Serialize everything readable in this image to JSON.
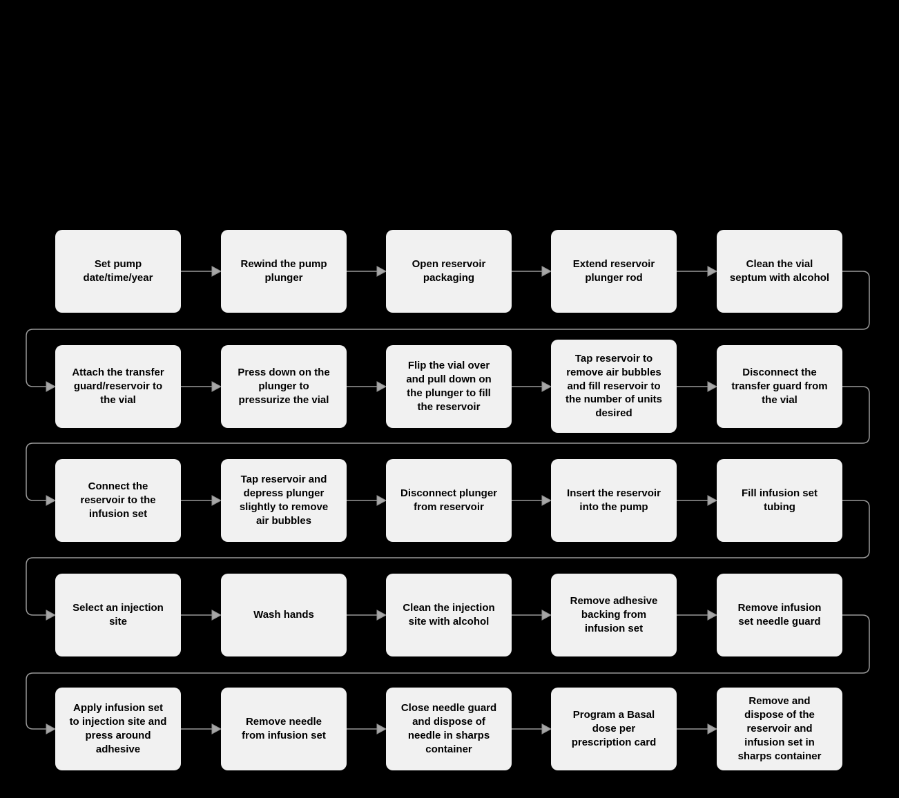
{
  "flow": {
    "colors": {
      "background": "#000000",
      "node_fill": "#f1f1f1",
      "connector": "#999999",
      "arrowhead": "#a6a6a6",
      "text": "#000000"
    },
    "rows": [
      {
        "steps": [
          "Set pump date/time/year",
          "Rewind the pump plunger",
          "Open reservoir packaging",
          "Extend reservoir plunger rod",
          "Clean the vial septum with alcohol"
        ]
      },
      {
        "steps": [
          "Attach the transfer guard/reservoir to the vial",
          "Press down on the plunger to pressurize the vial",
          "Flip the vial over and pull down on the plunger to fill the reservoir",
          "Tap reservoir to remove air bubbles and fill reservoir to the number of units desired",
          "Disconnect the transfer guard from the vial"
        ]
      },
      {
        "steps": [
          "Connect the reservoir to the infusion set",
          "Tap reservoir and depress plunger slightly to remove air bubbles",
          "Disconnect plunger from reservoir",
          "Insert the reservoir into the pump",
          "Fill infusion set tubing"
        ]
      },
      {
        "steps": [
          "Select an injection site",
          "Wash hands",
          "Clean the injection site with alcohol",
          "Remove adhesive backing from infusion set",
          "Remove infusion set needle guard"
        ]
      },
      {
        "steps": [
          "Apply infusion set to injection site and press around adhesive",
          "Remove needle from infusion set",
          "Close needle guard and dispose of needle in sharps container",
          "Program a Basal dose per prescription card",
          "Remove and dispose of the reservoir and infusion set in sharps container"
        ]
      }
    ]
  }
}
